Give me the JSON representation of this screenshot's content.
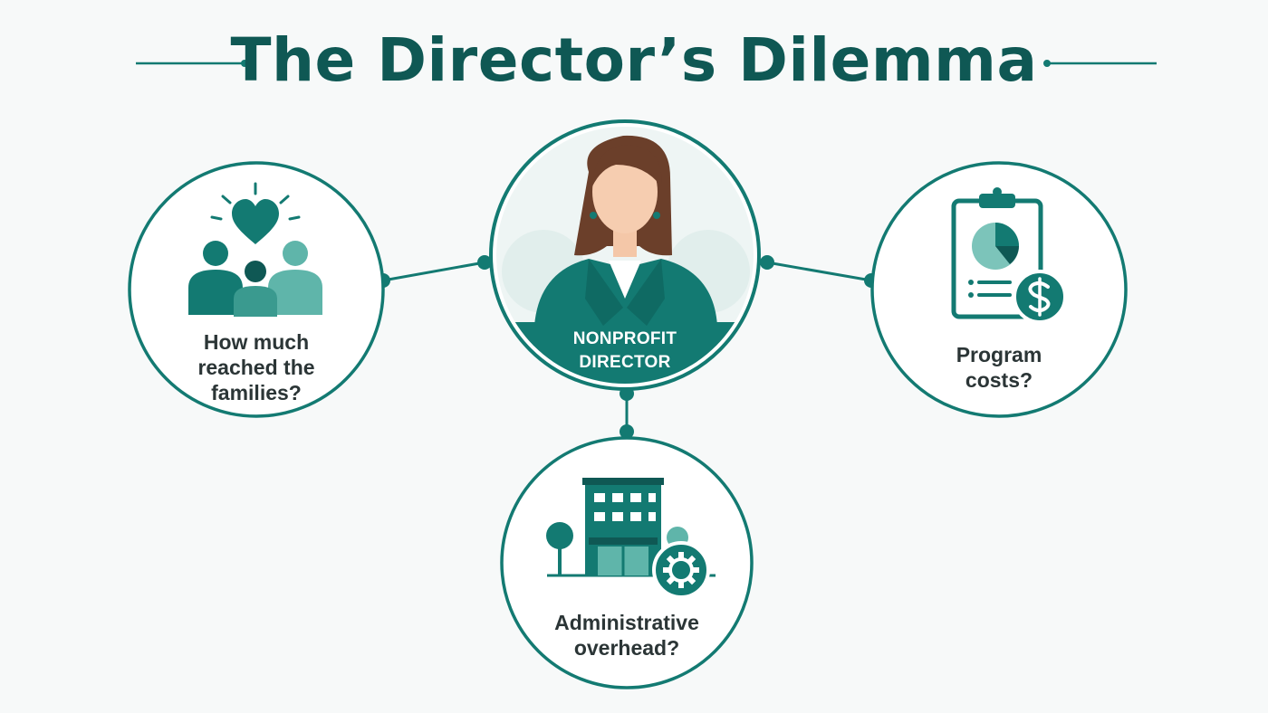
{
  "title": "The Director’s Dilemma",
  "colors": {
    "primary": "#137a72",
    "dark": "#0f5854",
    "light": "#5fb5aa",
    "background": "#f7f9f9"
  },
  "center": {
    "lines": [
      "NONPROFIT",
      "DIRECTOR"
    ],
    "icon": "director-avatar"
  },
  "nodes": [
    {
      "id": "families",
      "lines": [
        "How much",
        "reached the",
        "families?"
      ],
      "icon": "family-heart-icon"
    },
    {
      "id": "program",
      "lines": [
        "Program",
        "costs?"
      ],
      "icon": "clipboard-chart-dollar-icon"
    },
    {
      "id": "admin",
      "lines": [
        "Administrative",
        "overhead?"
      ],
      "icon": "building-gear-icon"
    }
  ]
}
